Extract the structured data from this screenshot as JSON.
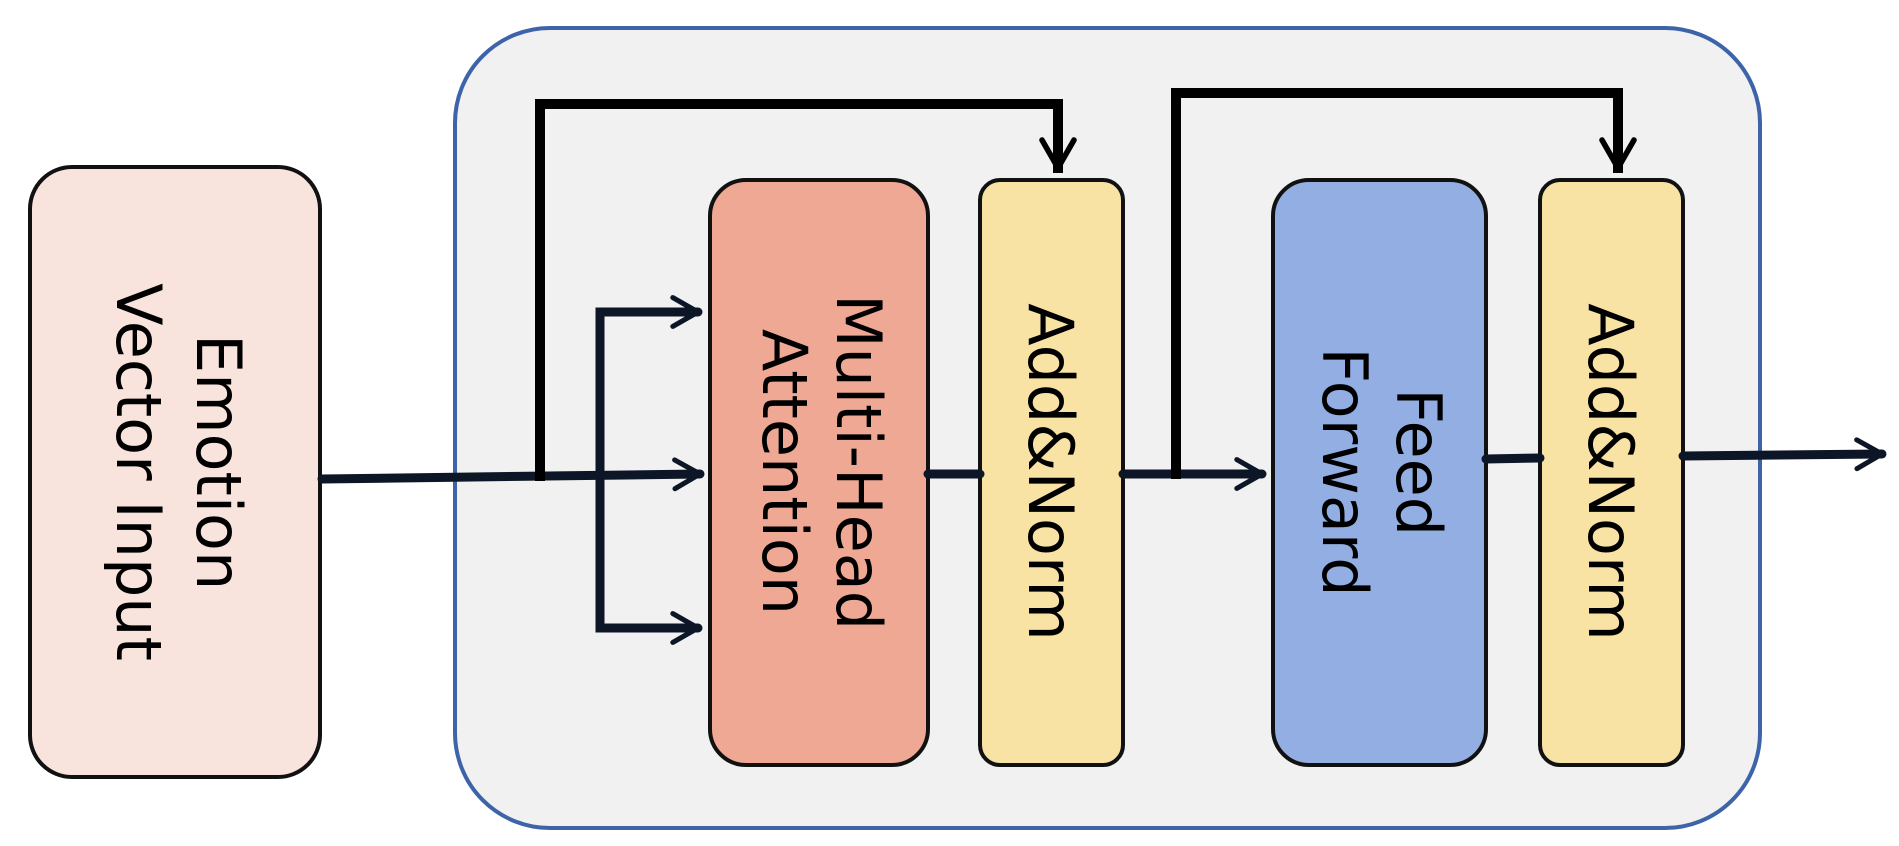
{
  "blocks": {
    "input": {
      "line1": "Emotion",
      "line2": "Vector Input"
    },
    "attention": {
      "line1": "Multi-Head",
      "line2": "Attention"
    },
    "add_norm_1": {
      "label": "Add&Norm"
    },
    "feed_forward": {
      "line1": "Feed",
      "line2": "Forward"
    },
    "add_norm_2": {
      "label": "Add&Norm"
    }
  },
  "colors": {
    "input_fill": "#f9e3dd",
    "container_fill": "#f1f1f1",
    "container_border": "#3d63a8",
    "attention_fill": "#eea893",
    "add_norm_fill": "#f8e2a4",
    "feed_forward_fill": "#92aee3",
    "arrow": "#0d1626"
  }
}
